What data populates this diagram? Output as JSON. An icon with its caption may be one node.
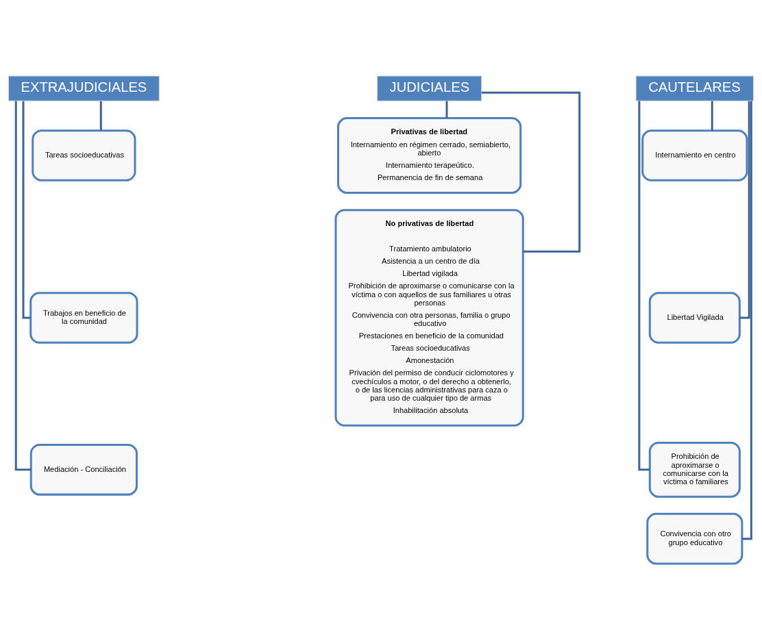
{
  "diagram": {
    "nodes": [
      {
        "text": [
          "EXTRAJUDICIALES"
        ]
      },
      {
        "text": [
          "Tareas socioeducativas"
        ]
      },
      {
        "text": [
          "Trabajos en beneficio de la comunidad"
        ]
      },
      {
        "text": [
          "Mediación - Conciliación"
        ]
      },
      {
        "text": [
          "JUDICIALES"
        ]
      },
      {
        "text": [
          "Privativas de libertad",
          "Internamiento en régimen cerrado, semiabierto, abierto",
          "Internamiento terapeútico.",
          "Permanencia de fin de semana"
        ]
      },
      {
        "text": [
          "No privativas de libertad",
          "Tratamiento ambulatorio",
          "Asistencia a un centro de día",
          "Libertad vigilada",
          "Prohibición de aproximarse o comunicarse con la víctima o con aquellos de sus familiares u otras personas",
          "Convivencia con otra personas, familia o grupo educativo",
          "Prestaciones en beneficio de la comunidad",
          "Tareas socioeducativas",
          "Amonestación",
          "Privación del permiso de conducir ciclomotores y cvechículos a motor, o del derecho a obtenerlo, o de las licencias administrativas para caza o para uso de cualquier tipo de armas",
          "Inhabilitación absoluta"
        ]
      },
      {
        "text": [
          "CAUTELARES"
        ]
      },
      {
        "text": [
          "Internamiento en centro"
        ]
      },
      {
        "text": [
          "Libertad Vigilada"
        ]
      },
      {
        "text": [
          "Prohibición de aproximarse o comunicarse con la víctima o familiares"
        ]
      },
      {
        "text": [
          "Convivencia con otro grupo educativo"
        ]
      }
    ],
    "edges": [
      {
        "from": 0,
        "to": 1,
        "arrow": "none"
      },
      {
        "from": 0,
        "to": 2,
        "arrow": "none"
      },
      {
        "from": 0,
        "to": 3,
        "arrow": "none"
      },
      {
        "from": 4,
        "to": 5,
        "arrow": "none"
      },
      {
        "from": 4,
        "to": 6,
        "arrow": "none"
      },
      {
        "from": 7,
        "to": 8,
        "arrow": "none"
      },
      {
        "from": 7,
        "to": 9,
        "arrow": "none"
      },
      {
        "from": 7,
        "to": 10,
        "arrow": "none"
      },
      {
        "from": 7,
        "to": 11,
        "arrow": "none"
      }
    ]
  }
}
